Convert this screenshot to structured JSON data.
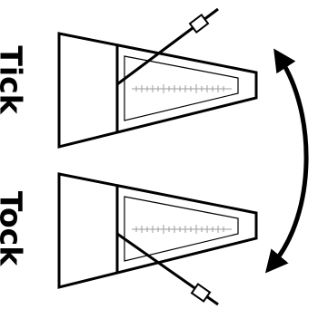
{
  "labels": {
    "top": "Tick",
    "bottom": "Tock"
  },
  "metronomes": [
    {
      "state": "tick",
      "pendulum_direction": "up-right"
    },
    {
      "state": "tock",
      "pendulum_direction": "down-right"
    }
  ],
  "swing_arrow": {
    "direction": "bidirectional",
    "icon": "curved-double-arrow-icon"
  },
  "colors": {
    "ink": "#000000",
    "scale_ticks": "#9e9e9e",
    "background": "#ffffff"
  }
}
